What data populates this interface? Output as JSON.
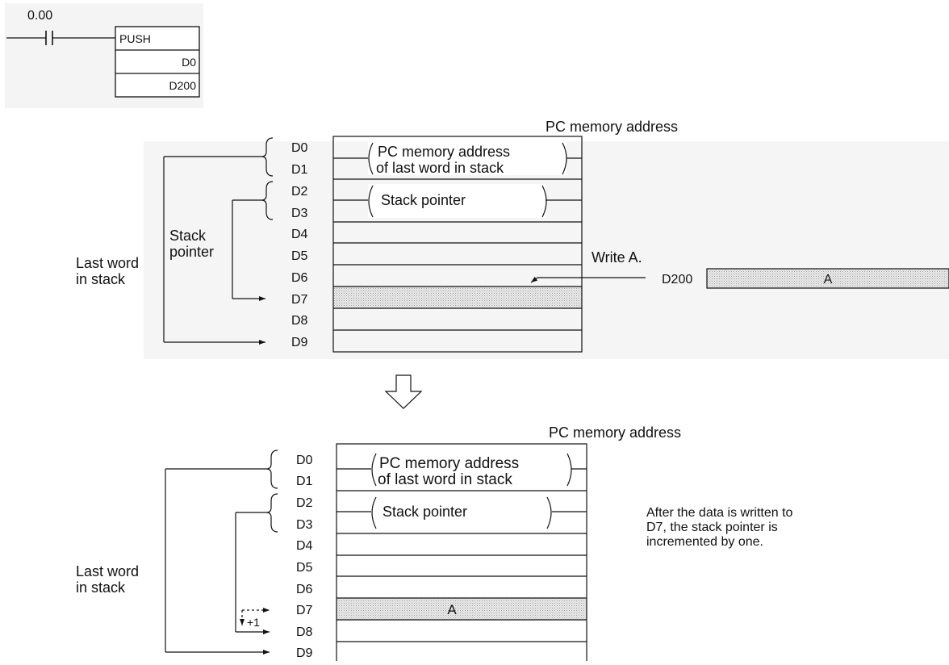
{
  "ladder": {
    "contact_address": "0.00",
    "instruction": "PUSH",
    "operand1": "D0",
    "operand2": "D200"
  },
  "before": {
    "header": "PC memory address",
    "addresses": [
      "D0",
      "D1",
      "D2",
      "D3",
      "D4",
      "D5",
      "D6",
      "D7",
      "D8",
      "D9"
    ],
    "brace_text_1a": "PC memory address",
    "brace_text_1b": "of last word in stack",
    "brace_text_2": "Stack pointer",
    "stack_pointer_label_1": "Stack",
    "stack_pointer_label_2": "pointer",
    "last_word_label_1": "Last word",
    "last_word_label_2": "in stack",
    "write_label": "Write A.",
    "source_address": "D200",
    "source_value": "A"
  },
  "after": {
    "header": "PC memory address",
    "addresses": [
      "D0",
      "D1",
      "D2",
      "D3",
      "D4",
      "D5",
      "D6",
      "D7",
      "D8",
      "D9"
    ],
    "brace_text_1a": "PC memory address",
    "brace_text_1b": "of last word in stack",
    "brace_text_2": "Stack pointer",
    "last_word_label_1": "Last word",
    "last_word_label_2": "in stack",
    "cell_value": "A",
    "increment_label": "+1",
    "note_1": "After the data is written to",
    "note_2": "D7, the stack pointer is",
    "note_3": "incremented by one."
  },
  "colors": {
    "line": "#111111",
    "shade": "#d6d6d6",
    "panel": "#f2f2f2"
  }
}
